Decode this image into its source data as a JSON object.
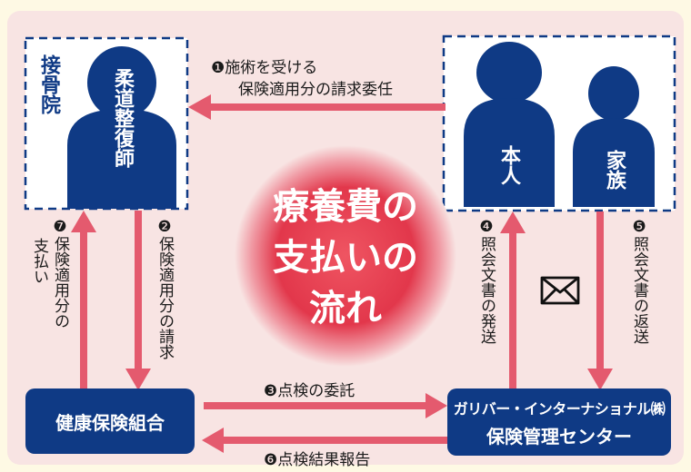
{
  "colors": {
    "navy": "#0f3a85",
    "arrow": "#e45a6e",
    "center": "#e2374b",
    "panel": "#f8e4e3",
    "bg": "#fef9e4"
  },
  "clinic": {
    "label": "接骨院",
    "practitioner": "柔道整復師"
  },
  "patient": {
    "self": "本人",
    "family": "家族"
  },
  "center_title": {
    "line1": "療養費の",
    "line2": "支払いの",
    "line3": "流れ"
  },
  "steps": {
    "s1": {
      "num": "❶",
      "line1": "施術を受ける",
      "line2": "保険適用分の請求委任"
    },
    "s2": {
      "num": "❷",
      "text": "保険適用分の請求"
    },
    "s3": {
      "num": "❸",
      "text": "点検の委託"
    },
    "s4": {
      "num": "❹",
      "text": "照会文書の発送"
    },
    "s5": {
      "num": "❺",
      "text": "照会文書の返送"
    },
    "s6": {
      "num": "❻",
      "text": "点検結果報告"
    },
    "s7": {
      "num": "❼",
      "line1": "保険適用分の",
      "line2": "支払い"
    }
  },
  "insurer": {
    "label": "健康保険組合"
  },
  "manager": {
    "line1": "ガリバー・インターナショナル㈱",
    "line2": "保険管理センター"
  },
  "icons": {
    "mail": "envelope-icon"
  }
}
